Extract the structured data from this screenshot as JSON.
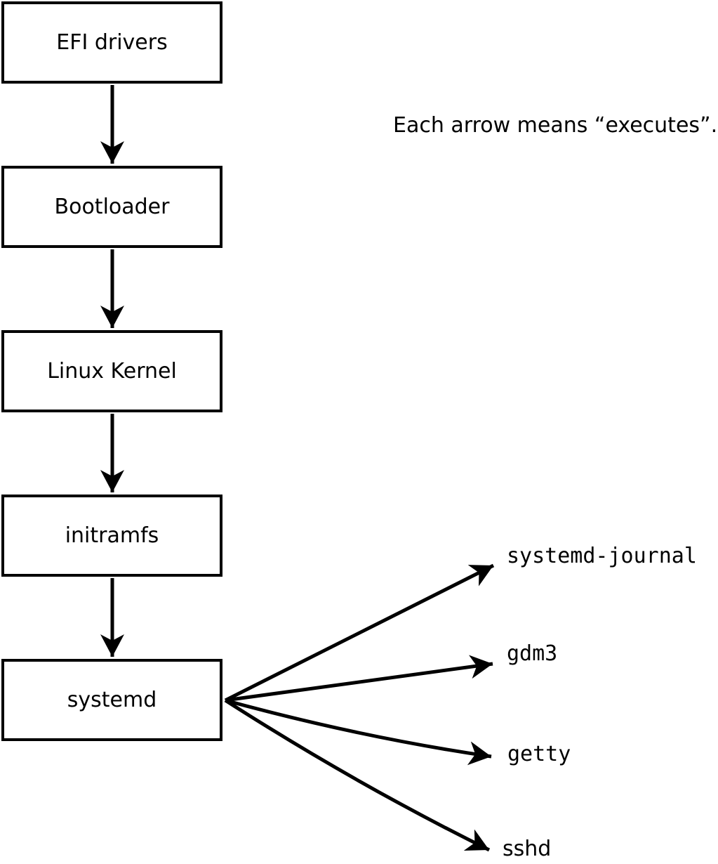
{
  "diagram": {
    "title_caption": "Each arrow means “executes”.",
    "boxes": [
      {
        "label": "EFI drivers"
      },
      {
        "label": "Bootloader"
      },
      {
        "label": "Linux Kernel"
      },
      {
        "label": "initramfs"
      },
      {
        "label": "systemd"
      }
    ],
    "targets": [
      {
        "label": "systemd-journal"
      },
      {
        "label": "gdm3"
      },
      {
        "label": "getty"
      },
      {
        "label": "sshd"
      }
    ],
    "colors": {
      "ink": "#000000",
      "background": "#ffffff",
      "box_fill": "#ffffff"
    }
  }
}
